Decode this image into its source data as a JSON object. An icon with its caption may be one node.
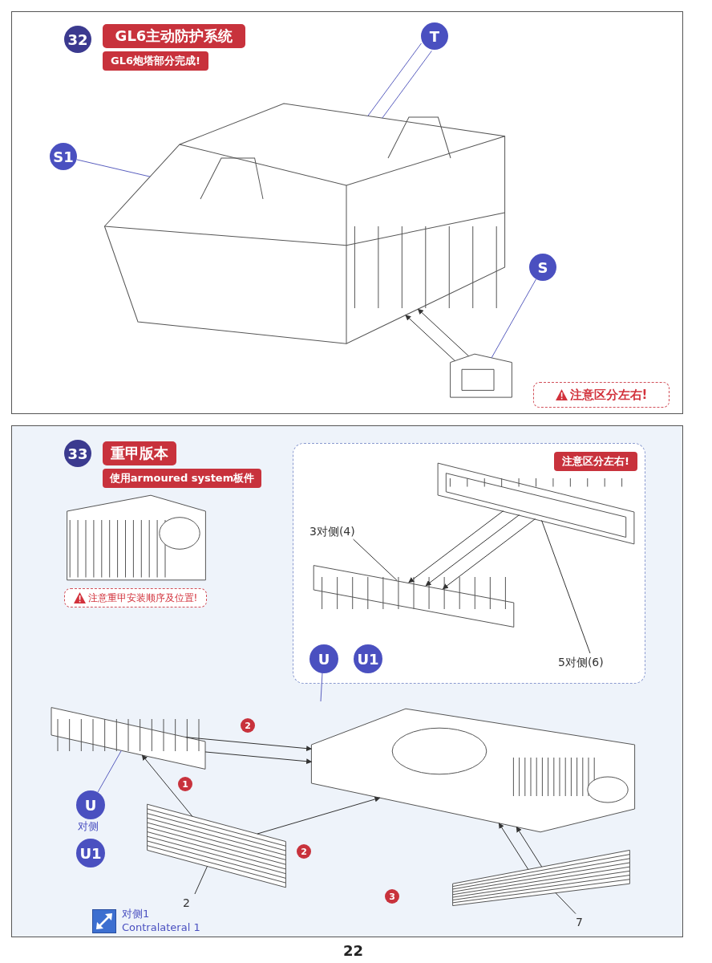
{
  "diagram": {
    "nodes": [
      {
        "text": [
          "32"
        ]
      },
      {
        "text": [
          "GL6主动防护系统"
        ]
      },
      {
        "text": [
          "GL6炮塔部分完成!"
        ]
      },
      {
        "text": [
          "T"
        ]
      },
      {
        "text": [
          "S1"
        ]
      },
      {
        "text": [
          "S"
        ]
      },
      {
        "text": [],
        "shape": "picture"
      },
      {
        "text": [],
        "shape": "picture"
      },
      {
        "text": [
          "注意区分左右!"
        ]
      },
      {
        "text": [
          "33"
        ]
      },
      {
        "text": [
          "重甲版本"
        ]
      },
      {
        "text": [
          "使用armoured system板件"
        ]
      },
      {
        "text": [],
        "shape": "picture"
      },
      {
        "text": [
          "注意重甲安装顺序及位置!"
        ]
      },
      {
        "text": [],
        "shape": "box"
      },
      {
        "text": [
          "注意区分左右!"
        ],
        "in": 14
      },
      {
        "text": [],
        "shape": "picture",
        "in": 14
      },
      {
        "text": [],
        "shape": "picture",
        "in": 14
      },
      {
        "text": [
          "3对侧(4)"
        ],
        "in": 14
      },
      {
        "text": [
          "5对侧(6)"
        ],
        "in": 14
      },
      {
        "text": [
          "U"
        ],
        "in": 14
      },
      {
        "text": [
          "U1"
        ],
        "in": 14
      },
      {
        "text": [],
        "shape": "picture"
      },
      {
        "text": [],
        "shape": "picture"
      },
      {
        "text": [
          "U"
        ]
      },
      {
        "text": [
          "U1"
        ]
      },
      {
        "text": [],
        "shape": "picture"
      },
      {
        "text": [],
        "shape": "picture"
      },
      {
        "text": [
          "2"
        ]
      },
      {
        "text": [
          "7"
        ]
      }
    ],
    "edges": [
      {
        "from": 3,
        "to": 6,
        "arrow": "none",
        "color": "#5a5fbf"
      },
      {
        "from": 3,
        "to": 6,
        "arrow": "none",
        "color": "#5a5fbf"
      },
      {
        "from": 4,
        "to": 6,
        "arrow": "none",
        "color": "#5a5fbf"
      },
      {
        "from": 5,
        "to": 7,
        "arrow": "none",
        "color": "#5a5fbf"
      },
      {
        "from": 7,
        "to": 6,
        "arrow": "to"
      },
      {
        "from": 7,
        "to": 6,
        "arrow": "to"
      },
      {
        "from": 18,
        "to": 17,
        "arrow": "none"
      },
      {
        "from": 19,
        "to": 16,
        "arrow": "none"
      },
      {
        "from": 16,
        "to": 17,
        "arrow": "to"
      },
      {
        "from": 16,
        "to": 17,
        "arrow": "to"
      },
      {
        "from": 16,
        "to": 17,
        "arrow": "to"
      },
      {
        "from": 20,
        "to": null,
        "arrow": "none",
        "color": "#5a5fbf"
      },
      {
        "from": 24,
        "to": 23,
        "arrow": "none",
        "color": "#5a5fbf"
      },
      {
        "from": 23,
        "to": 22,
        "arrow": "to"
      },
      {
        "from": 23,
        "to": 22,
        "arrow": "to"
      },
      {
        "from": 26,
        "to": 23,
        "arrow": "to"
      },
      {
        "from": 26,
        "to": 22,
        "arrow": "to"
      },
      {
        "from": 27,
        "to": 22,
        "arrow": "to"
      },
      {
        "from": 27,
        "to": 22,
        "arrow": "to"
      },
      {
        "from": 28,
        "to": 26,
        "arrow": "none"
      },
      {
        "from": 29,
        "to": 27,
        "arrow": "none"
      }
    ],
    "labels": [
      "2",
      "对侧",
      "1",
      "2",
      "3",
      "对侧1",
      "Contralateral 1",
      "22"
    ]
  }
}
